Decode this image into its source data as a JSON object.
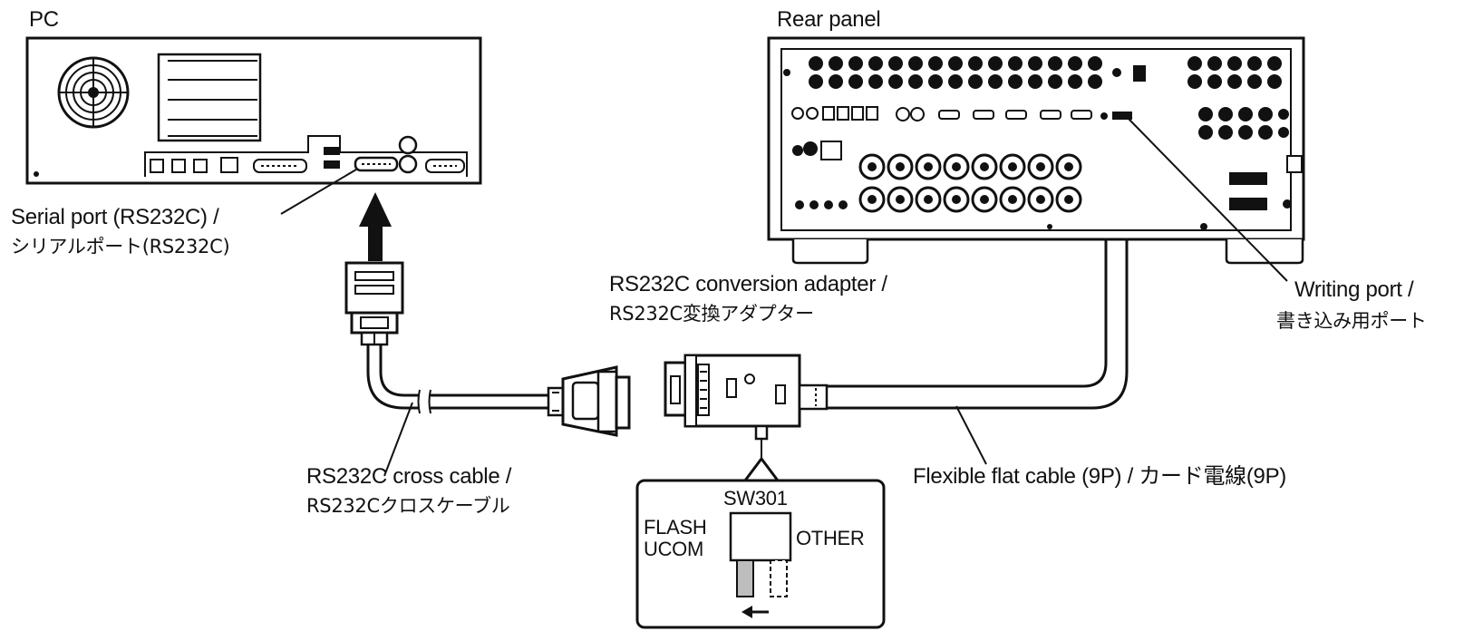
{
  "labels": {
    "pc": "PC",
    "rear_panel": "Rear panel",
    "serial_port_en": "Serial port (RS232C) /",
    "serial_port_jp": "シリアルポート(RS232C)",
    "adapter_en": "RS232C conversion adapter /",
    "adapter_jp": "RS232C変換アダプター",
    "writing_port_en": "Writing port /",
    "writing_port_jp": "書き込み用ポート",
    "cross_cable_en": "RS232C cross cable /",
    "cross_cable_jp": "RS232Cクロスケーブル",
    "flat_cable": "Flexible flat cable (9P) / カード電線(9P)",
    "switch_name": "SW301",
    "switch_left_1": "FLASH",
    "switch_left_2": "UCOM",
    "switch_right": "OTHER"
  },
  "colors": {
    "stroke": "#111111",
    "fill_light": "#ffffff",
    "fill_gray": "#bdbdbd",
    "arrow": "#111111"
  },
  "icons": {
    "pc_fan": "fan-grille-icon",
    "arrow_up": "arrow-up-icon",
    "arrow_left": "arrow-left-icon"
  }
}
